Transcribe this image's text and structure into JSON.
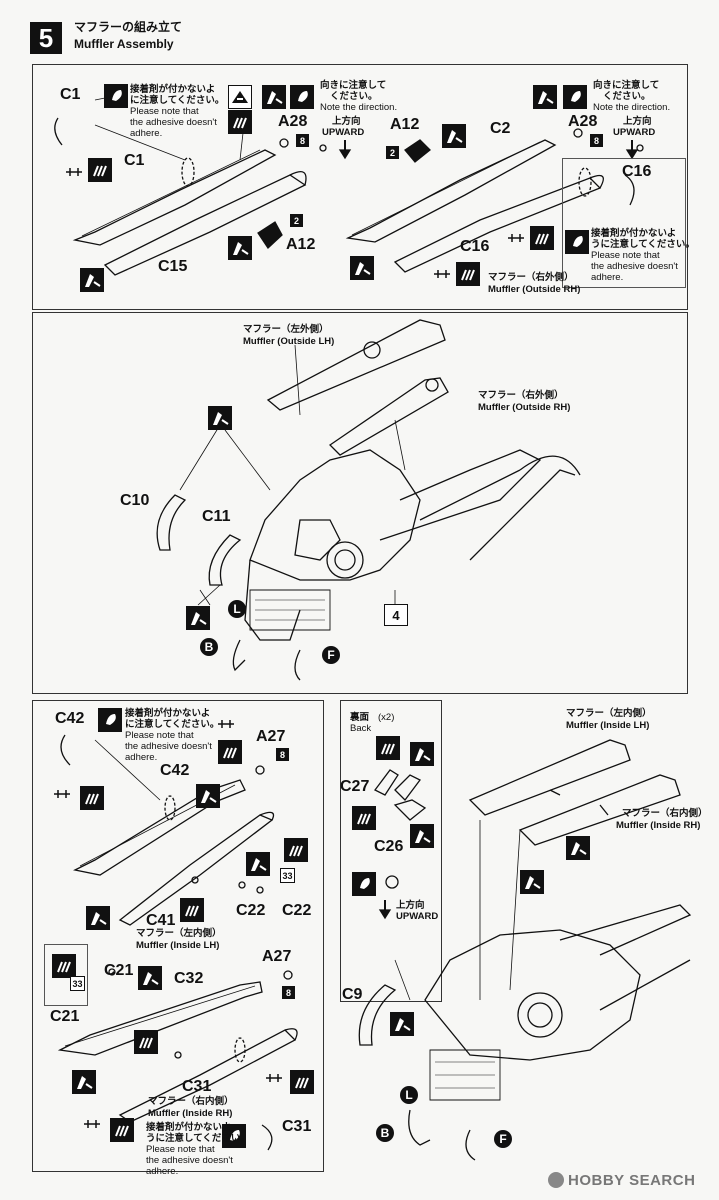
{
  "step": {
    "number": "5",
    "title_jp": "マフラーの組み立て",
    "title_en": "Muffler Assembly"
  },
  "notes": {
    "no_adhesive_jp_1": "接着剤が付かないよ",
    "no_adhesive_jp_2": "うに注意してください。",
    "no_adhesive_jp_2b": "に注意してください。",
    "no_adhesive_en_1": "Please note that",
    "no_adhesive_en_2": "the adhesive doesn't",
    "no_adhesive_en_3": "adhere.",
    "direction_jp_1": "向きに注意して",
    "direction_jp_2": "ください。",
    "direction_en": "Note the direction.",
    "upward_jp": "上方向",
    "upward_en": "UPWARD",
    "back_jp": "裏面",
    "back_en": "Back",
    "x2": "(x2)"
  },
  "parts": {
    "C1": "C1",
    "C2": "C2",
    "C9": "C9",
    "C10": "C10",
    "C11": "C11",
    "C15": "C15",
    "C16": "C16",
    "C21": "C21",
    "C22": "C22",
    "C26": "C26",
    "C27": "C27",
    "C31": "C31",
    "C32": "C32",
    "C41": "C41",
    "C42": "C42",
    "A12": "A12",
    "A27": "A27",
    "A28": "A28"
  },
  "badges": {
    "n2": "2",
    "n8": "8",
    "n33": "33",
    "n4": "4"
  },
  "circles": {
    "L": "L",
    "B": "B",
    "F": "F"
  },
  "mufflers": {
    "outside_lh_jp": "マフラー（左外側）",
    "outside_lh_en": "Muffler (Outside LH)",
    "outside_rh_jp": "マフラー（右外側）",
    "outside_rh_en": "Muffler (Outside RH)",
    "inside_lh_jp": "マフラー（左内側）",
    "inside_lh_en": "Muffler (Inside LH)",
    "inside_rh_jp": "マフラー（右内側）",
    "inside_rh_en": "Muffler (Inside RH)"
  },
  "footer": {
    "watermark": "HOBBY SEARCH"
  },
  "colors": {
    "ink": "#111111",
    "paper": "#f7f7f5",
    "watermark": "#777777"
  }
}
